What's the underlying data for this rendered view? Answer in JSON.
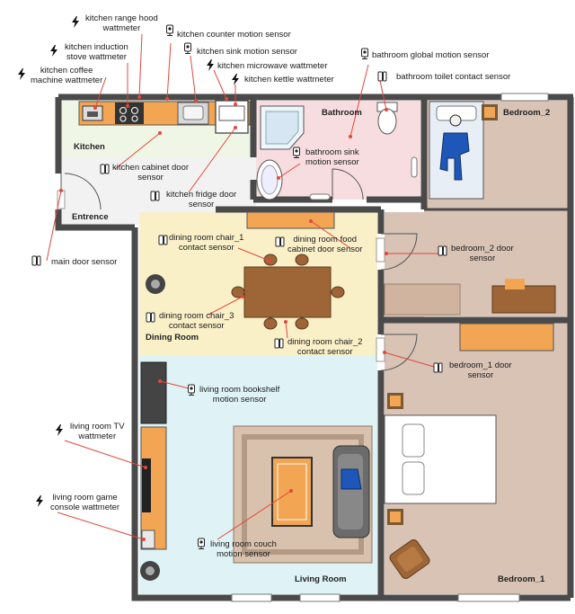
{
  "rooms": {
    "kitchen": "Kitchen",
    "entrence": "Entrence",
    "bathroom": "Bathroom",
    "bedroom_2": "Bedroom_2",
    "dining_room": "Dining Room",
    "living_room": "Living Room",
    "bedroom_1": "Bedroom_1"
  },
  "labels": {
    "kitchen_range_hood_wattmeter": "kitchen range hood\nwattmeter",
    "kitchen_counter_motion_sensor": "kitchen counter motion sensor",
    "kitchen_induction_stove_wattmeter": "kitchen induction\nstove wattmeter",
    "kitchen_sink_motion_sensor": "kitchen sink motion sensor",
    "kitchen_microwave_wattmeter": "kitchen microwave wattmeter",
    "kitchen_coffee_machine_wattmeter": "kitchen coffee\nmachine wattmeter",
    "kitchen_kettle_wattmeter": "kitchen kettle wattmeter",
    "bathroom_global_motion_sensor": "bathroom global motion sensor",
    "bathroom_toilet_contact_sensor": "bathroom toilet contact sensor",
    "bathroom_sink_motion_sensor": "bathroom sink\nmotion sensor",
    "kitchen_cabinet_door_sensor": "kitchen cabinet door\nsensor",
    "kitchen_fridge_door_sensor": "kitchen fridge door\nsensor",
    "main_door_sensor": "main door sensor",
    "dining_room_chair_1_contact_sensor": "dining room chair_1\ncontact sensor",
    "dining_room_food_cabinet_door_sensor": "dining room food\ncabinet door sensor",
    "bedroom_2_door_sensor": "bedroom_2 door\nsensor",
    "dining_room_chair_3_contact_sensor": "dining room chair_3\ncontact sensor",
    "dining_room_chair_2_contact_sensor": "dining room chair_2\ncontact sensor",
    "bedroom_1_door_sensor": "bedroom_1 door\nsensor",
    "living_room_bookshelf_motion_sensor": "living room bookshelf\nmotion sensor",
    "living_room_tv_wattmeter": "living room TV\nwattmeter",
    "living_room_game_console_wattmeter": "living room game\nconsole wattmeter",
    "living_room_couch_motion_sensor": "living room couch\nmotion sensor"
  },
  "colors": {
    "wall": "#4a4a4a",
    "kitchen_floor": "#f0f6e6",
    "entrance_floor": "#f2f2f2",
    "bathroom_floor": "#f7dde0",
    "bedroom_floor": "#d8c3b5",
    "dining_floor": "#faf0c8",
    "living_floor": "#dff3f6",
    "furniture_orange": "#f2a552",
    "table_brown": "#9e6637",
    "rug": "#d9c2ad",
    "leader_red": "#e0483e"
  },
  "icons": [
    "contact-sensor-icon",
    "motion-sensor-icon",
    "wattmeter-bolt-icon"
  ]
}
